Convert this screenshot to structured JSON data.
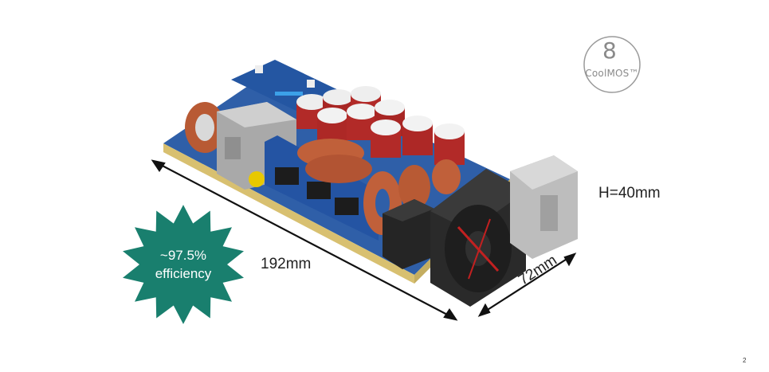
{
  "logo": {
    "number": "8",
    "name": "CoolMOS™"
  },
  "dimensions": {
    "height": "H=40mm",
    "length": "192mm",
    "width": "72mm"
  },
  "badge": {
    "line1": "~97.5%",
    "line2": "efficiency",
    "color": "#197f6e"
  },
  "page_number": "2",
  "colors": {
    "pcb": "#2f5fa8",
    "inductor": "#c0603a",
    "capacitor": "#b22a28",
    "fan": "#2a2a2a",
    "connector": "#bdbdbd"
  }
}
